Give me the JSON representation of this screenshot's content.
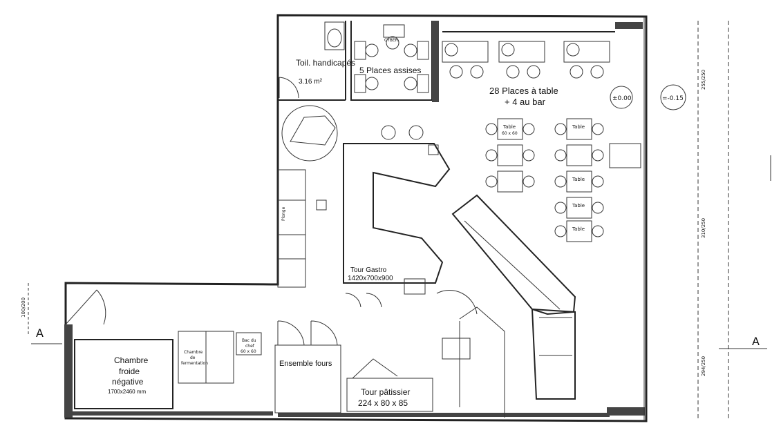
{
  "labels": {
    "toilet_title": "Toil. handicapés",
    "toilet_area": "3.16 m²",
    "cyber": "CYBER",
    "seats_cyber": "5 Places assises",
    "seats_table_1": "28 Places à table",
    "seats_table_2": "+ 4 au bar",
    "level_0": "±0.00",
    "level_2": "=-0.15",
    "table": "Table",
    "table_size": "60 x 60",
    "tour_gastro_1": "Tour Gastro",
    "tour_gastro_2": "1420x700x900",
    "frigo": "Plonge",
    "dim_a": "100/200",
    "dim_b": "255/250",
    "dim_c": "310/250",
    "dim_d": "294/250",
    "section_a": "A",
    "chambre_froide_1": "Chambre",
    "chambre_froide_2": "froide",
    "chambre_froide_3": "négative",
    "chambre_froide_4": "1700x2460 mm",
    "chambre_ferm_1": "Chambre",
    "chambre_ferm_2": "de",
    "chambre_ferm_3": "fermentation",
    "bac_chef_1": "Bac du",
    "bac_chef_2": "chef",
    "bac_chef_3": "60 x 60",
    "ensemble_fours": "Ensemble fours",
    "tour_patissier_1": "Tour pâtissier",
    "tour_patissier_2": "224 x 80 x 85"
  }
}
